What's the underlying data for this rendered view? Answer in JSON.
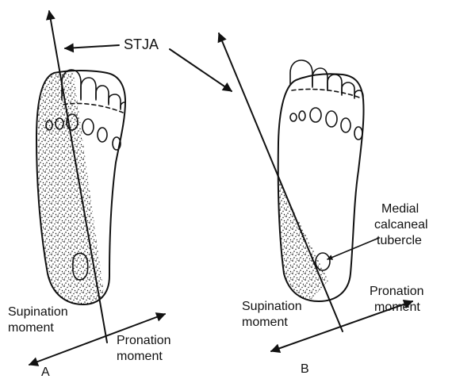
{
  "labels": {
    "axis": "STJA",
    "a": {
      "supination": [
        "Supination",
        "moment"
      ],
      "pronation": [
        "Pronation",
        "moment"
      ],
      "panel": "A"
    },
    "b": {
      "tubercle": [
        "Medial",
        "calcaneal",
        "tubercle"
      ],
      "supination": [
        "Supination",
        "moment"
      ],
      "pronation": [
        "Pronation",
        "moment"
      ],
      "panel": "B"
    }
  }
}
